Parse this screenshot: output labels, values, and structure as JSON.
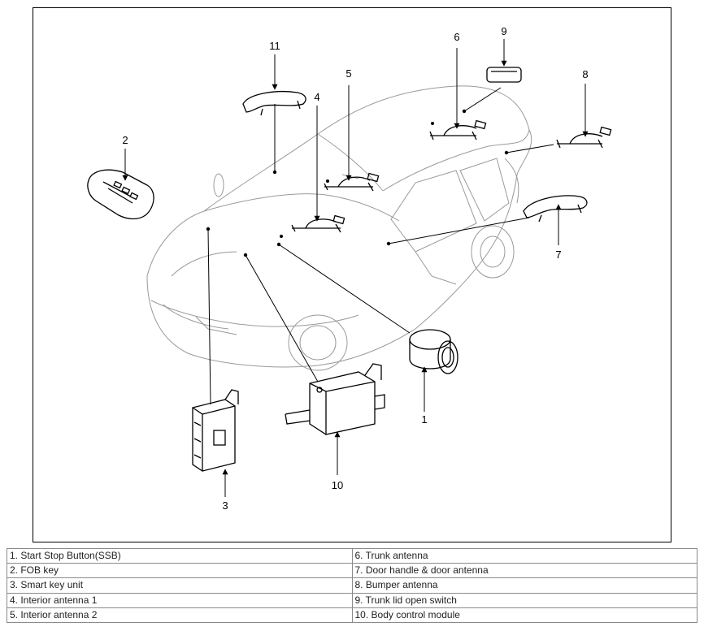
{
  "callouts": [
    "1",
    "2",
    "3",
    "4",
    "5",
    "6",
    "7",
    "8",
    "9",
    "10",
    "11"
  ],
  "legend": {
    "rows": [
      [
        "1. Start Stop Button(SSB)",
        "6. Trunk antenna"
      ],
      [
        "2. FOB key",
        "7. Door handle & door antenna"
      ],
      [
        "3. Smart key unit",
        "8. Bumper antenna"
      ],
      [
        "4. Interior antenna 1",
        "9. Trunk lid open switch"
      ],
      [
        "5. Interior antenna 2",
        "10. Body control module"
      ]
    ]
  }
}
